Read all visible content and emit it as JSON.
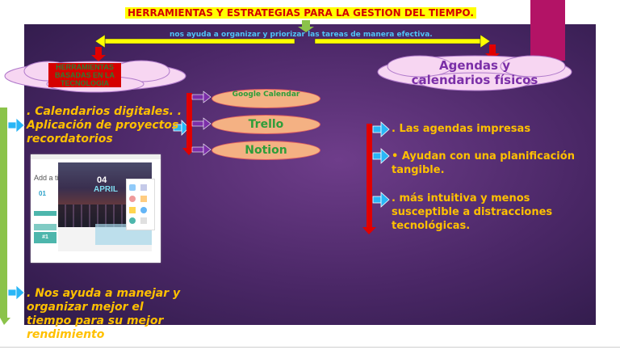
{
  "title": "HERRAMIENTAS Y ESTRATEGIAS PARA LA GESTION DEL TIEMPO.",
  "subtitle": "nos ayuda a organizar y priorizar las tareas de manera efectiva.",
  "left_branch": {
    "title": "HERRAMIENTAS BASADAS EN LA TECNOLOGIA",
    "bullet_1": ". Calendarios digitales. . Aplicación de proyectos recordatorios",
    "tools": [
      "Google Calendar",
      "Trello",
      "Notion"
    ],
    "bullet_2": ". Nos ayuda a manejar y organizar mejor el tiempo para su mejor rendimiento"
  },
  "right_branch": {
    "title": "Agendas y calendarios físicos",
    "bullets": [
      ". Las agendas impresas",
      "•   Ayudan con una planificación tangible.",
      ". más intuitiva y menos susceptible a distracciones tecnológicas."
    ]
  },
  "calendar_shot": {
    "add_title": "Add a title",
    "day": "04",
    "month": "APRIL",
    "small_day": "01",
    "hash": "#1"
  },
  "colors": {
    "panel": "#4a2766",
    "arrow_red": "#e00000",
    "arrow_yellow": "#ffff00",
    "arrow_blue": "#29b6f6",
    "arrow_green": "#8bc34a",
    "text_yellow": "#ffc000"
  }
}
